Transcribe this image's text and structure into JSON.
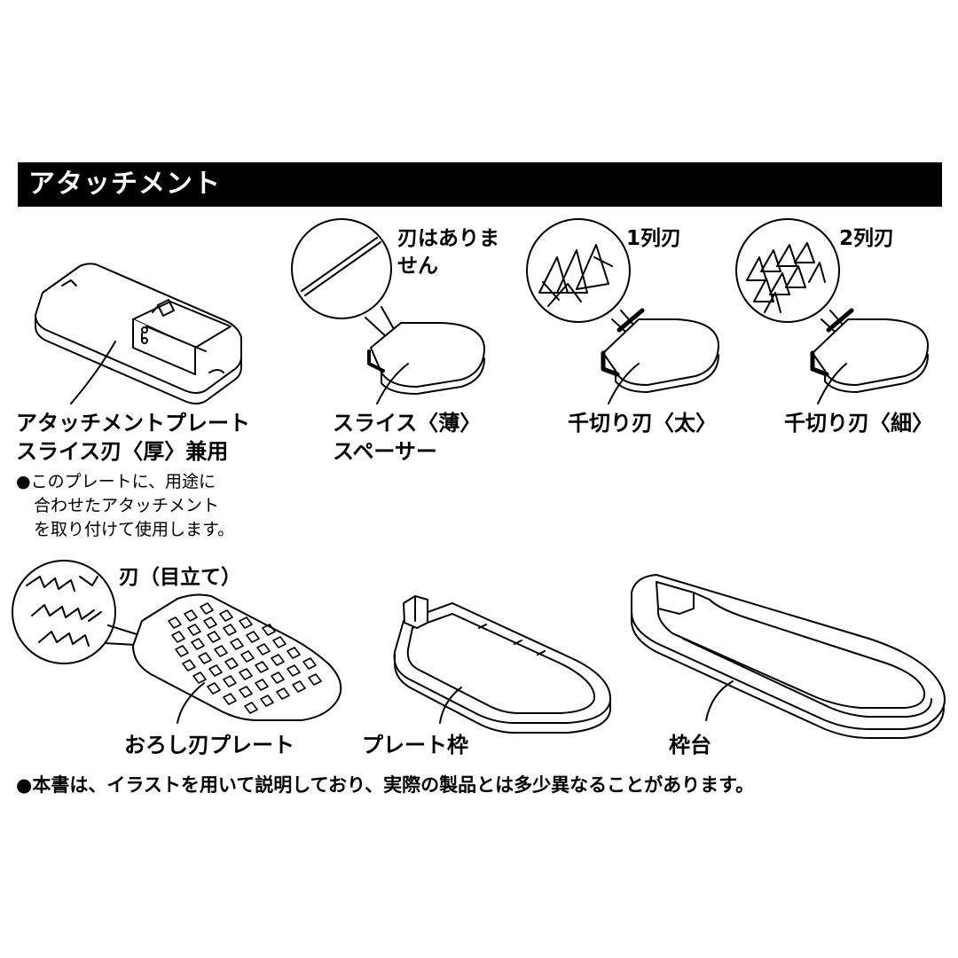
{
  "header": {
    "title": "アタッチメント"
  },
  "parts": {
    "attachment_plate": {
      "label_line1": "アタッチメントプレート",
      "label_line2": "スライス刃〈厚〉兼用",
      "note_line1": "●このプレートに、用途に",
      "note_line2": "合わせたアタッチメント",
      "note_line3": "を取り付けて使用します。"
    },
    "slice_spacer": {
      "callout_line1": "刃はありま",
      "callout_line2": "せん",
      "label_line1": "スライス〈薄〉",
      "label_line2": "スペーサー"
    },
    "julienne_thick": {
      "callout": "1列刃",
      "label": "千切り刃〈太〉"
    },
    "julienne_thin": {
      "callout": "2列刃",
      "label": "千切り刃〈細〉"
    },
    "grater_plate": {
      "callout": "刃（目立て）",
      "label": "おろし刃プレート"
    },
    "plate_frame": {
      "label": "プレート枠"
    },
    "frame_base": {
      "label": "枠台"
    }
  },
  "footer": {
    "note": "●本書は、イラストを用いて説明しており、実際の製品とは多少異なることがあります。"
  }
}
